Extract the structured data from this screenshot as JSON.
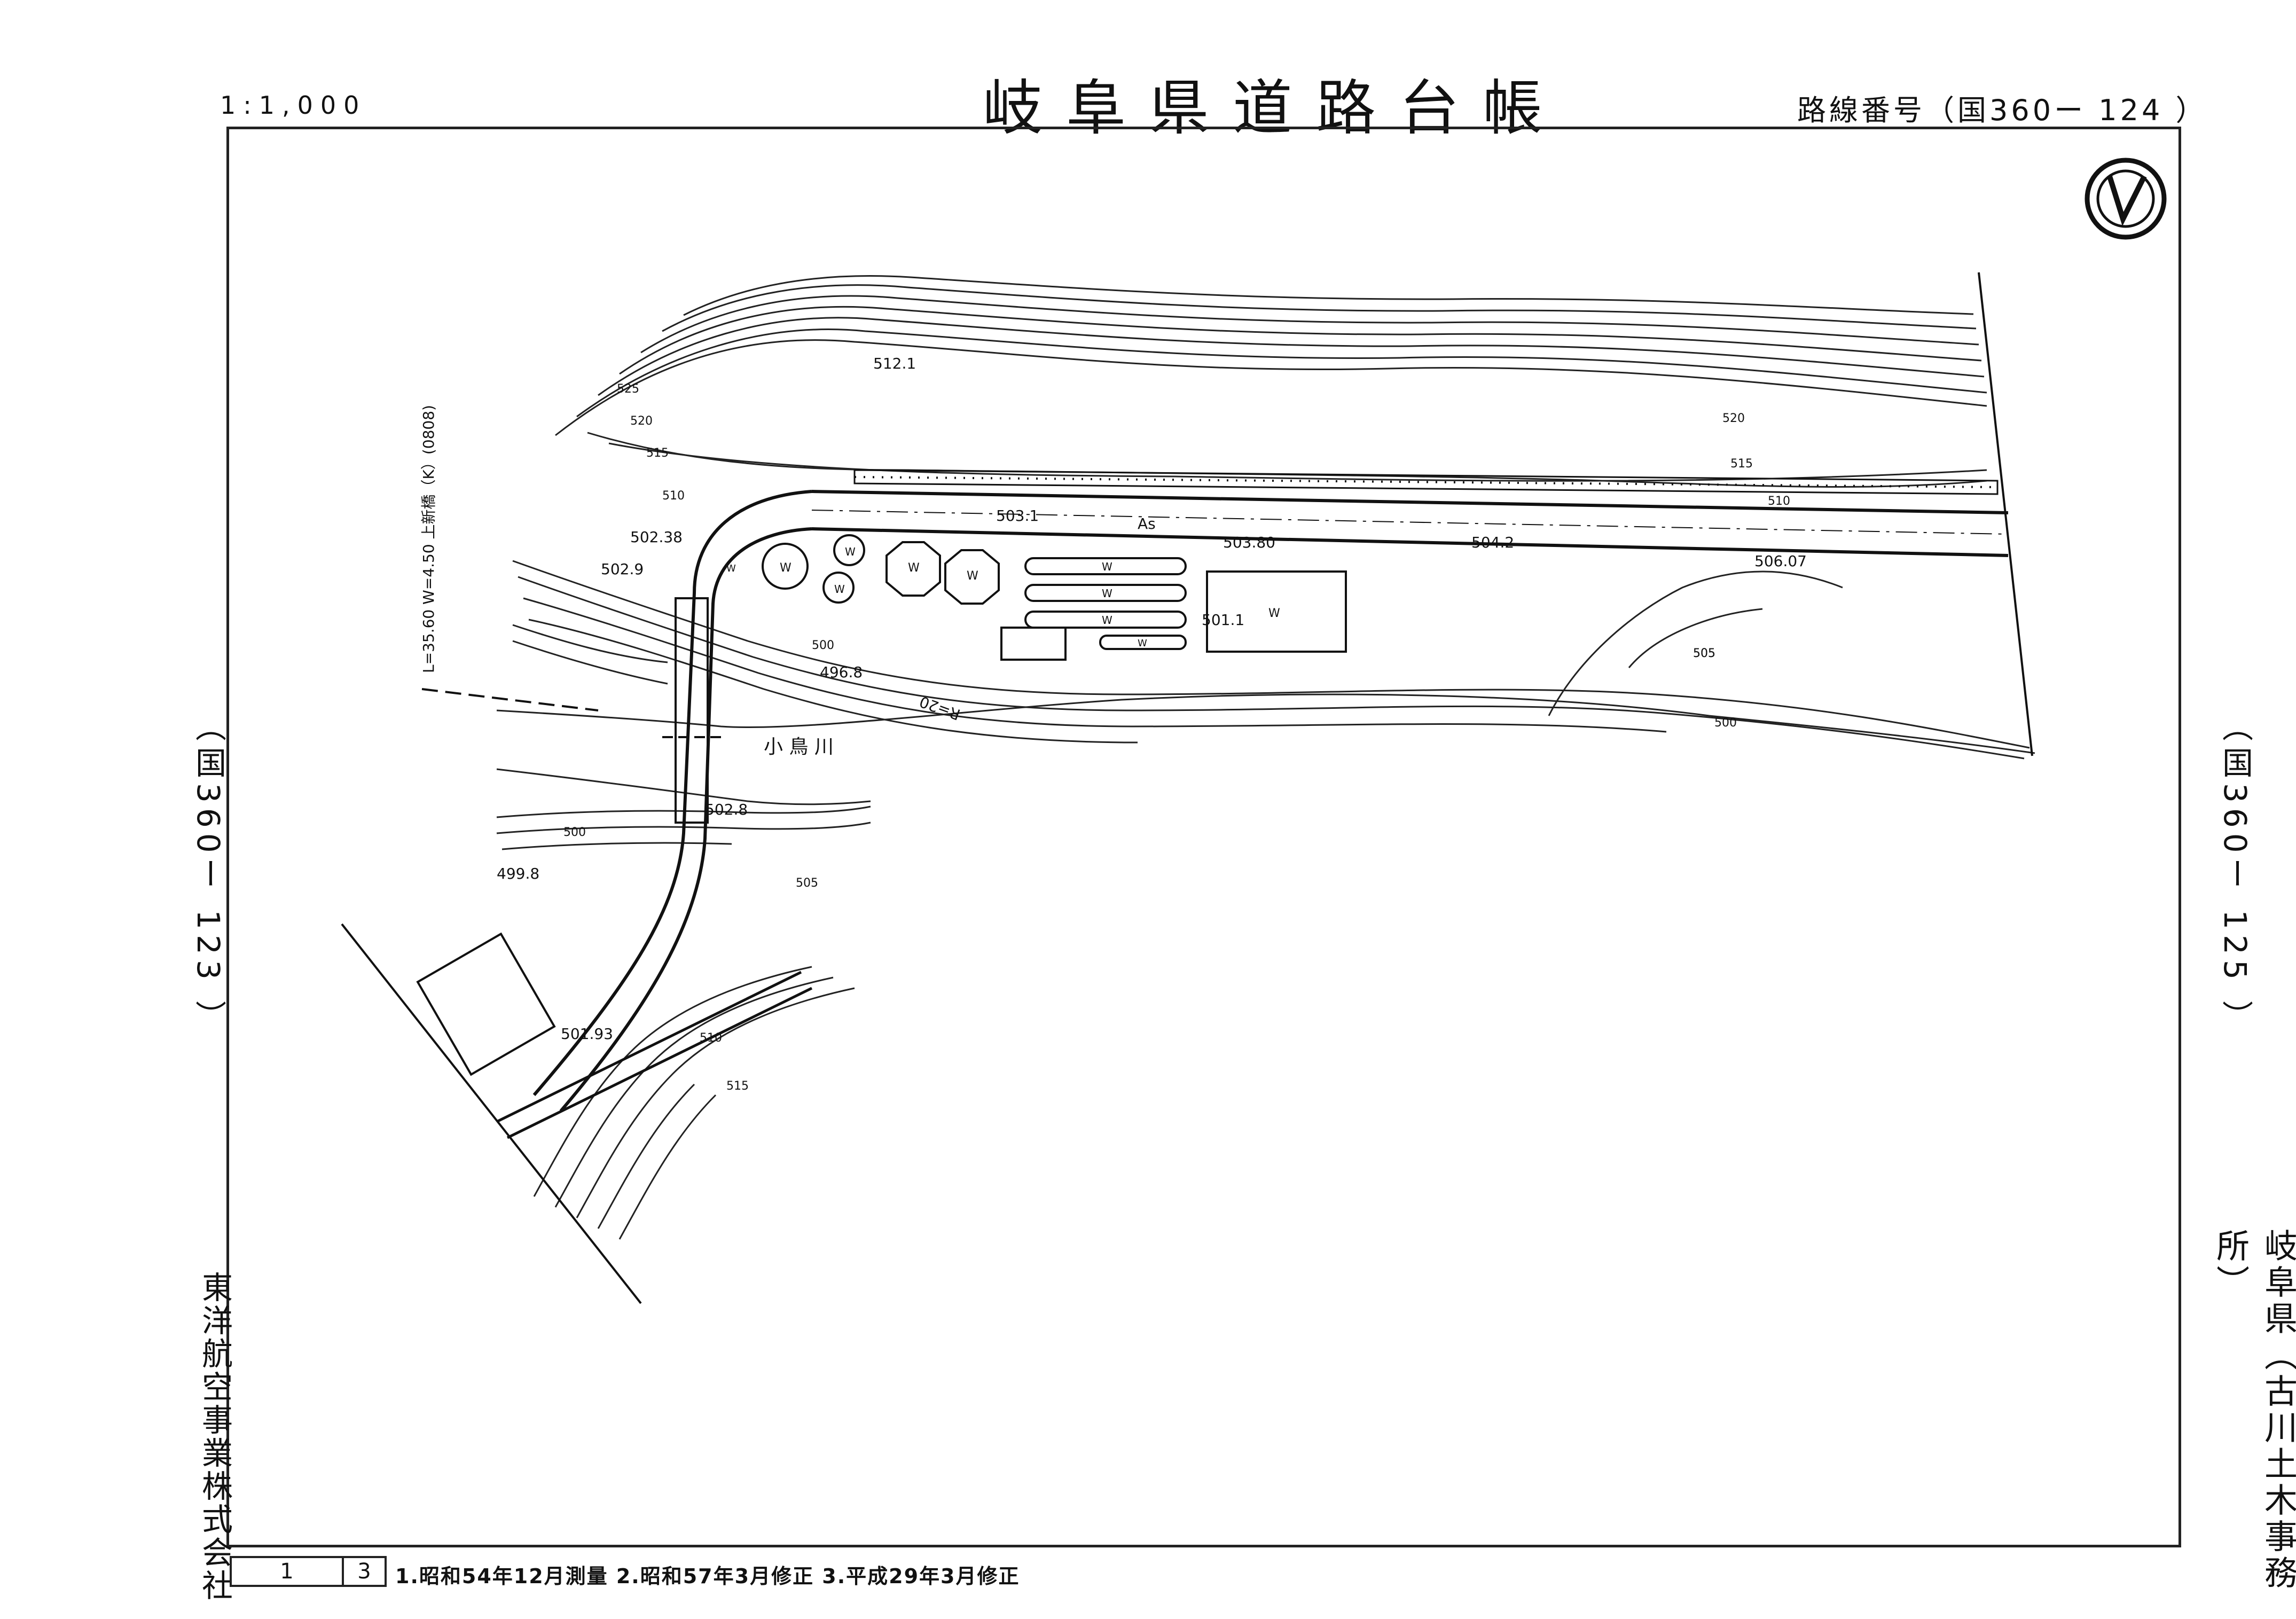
{
  "header": {
    "scale": "1:1,000",
    "title": "岐阜県道路台帳",
    "route_number": "路線番号（国360ー 124 ）"
  },
  "adjacent": {
    "left": "（国360ー 123 ）",
    "right": "（国360ー 125 ）"
  },
  "sidebar": {
    "company": "東洋航空事業株式会社",
    "office": "岐阜県（古川土木事務所）"
  },
  "footer": {
    "sheet_number": "1",
    "sheet_total": "3",
    "history": "1.昭和54年12月測量 2.昭和57年3月修正 3.平成29年3月修正"
  },
  "map": {
    "bridge_label": "L=35.60  W=4.50  上新橋（K）(0808)",
    "river_label": "小 鳥 川",
    "radius_label": "R=20",
    "surface_label": "As",
    "elevations": [
      "502.38",
      "502.9",
      "512.1",
      "503.1",
      "503.80",
      "504.2",
      "506.07",
      "501.1",
      "496.8",
      "502.8",
      "499.8",
      "501.93"
    ],
    "contours": [
      "525",
      "520",
      "515",
      "510",
      "500",
      "505",
      "520",
      "515",
      "510",
      "505",
      "500",
      "500",
      "505",
      "510",
      "515"
    ],
    "tank_marks": [
      "W",
      "W",
      "W",
      "W",
      "W",
      "W",
      "W",
      "W",
      "W",
      "W",
      "W"
    ]
  }
}
